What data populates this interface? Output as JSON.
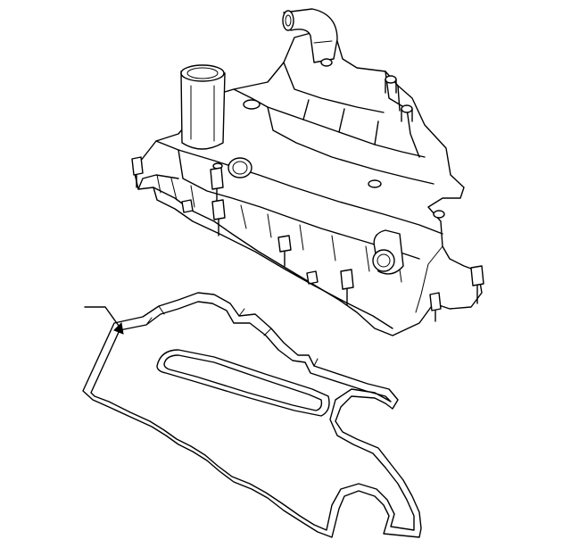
{
  "diagram": {
    "type": "exploded-parts-illustration",
    "parts": [
      {
        "name": "valve-cover"
      },
      {
        "name": "valve-cover-gasket"
      }
    ],
    "callouts": [
      {
        "points_to": "valve-cover-gasket",
        "label": ""
      }
    ],
    "colors": {
      "line": "#000000",
      "background": "#ffffff"
    }
  }
}
